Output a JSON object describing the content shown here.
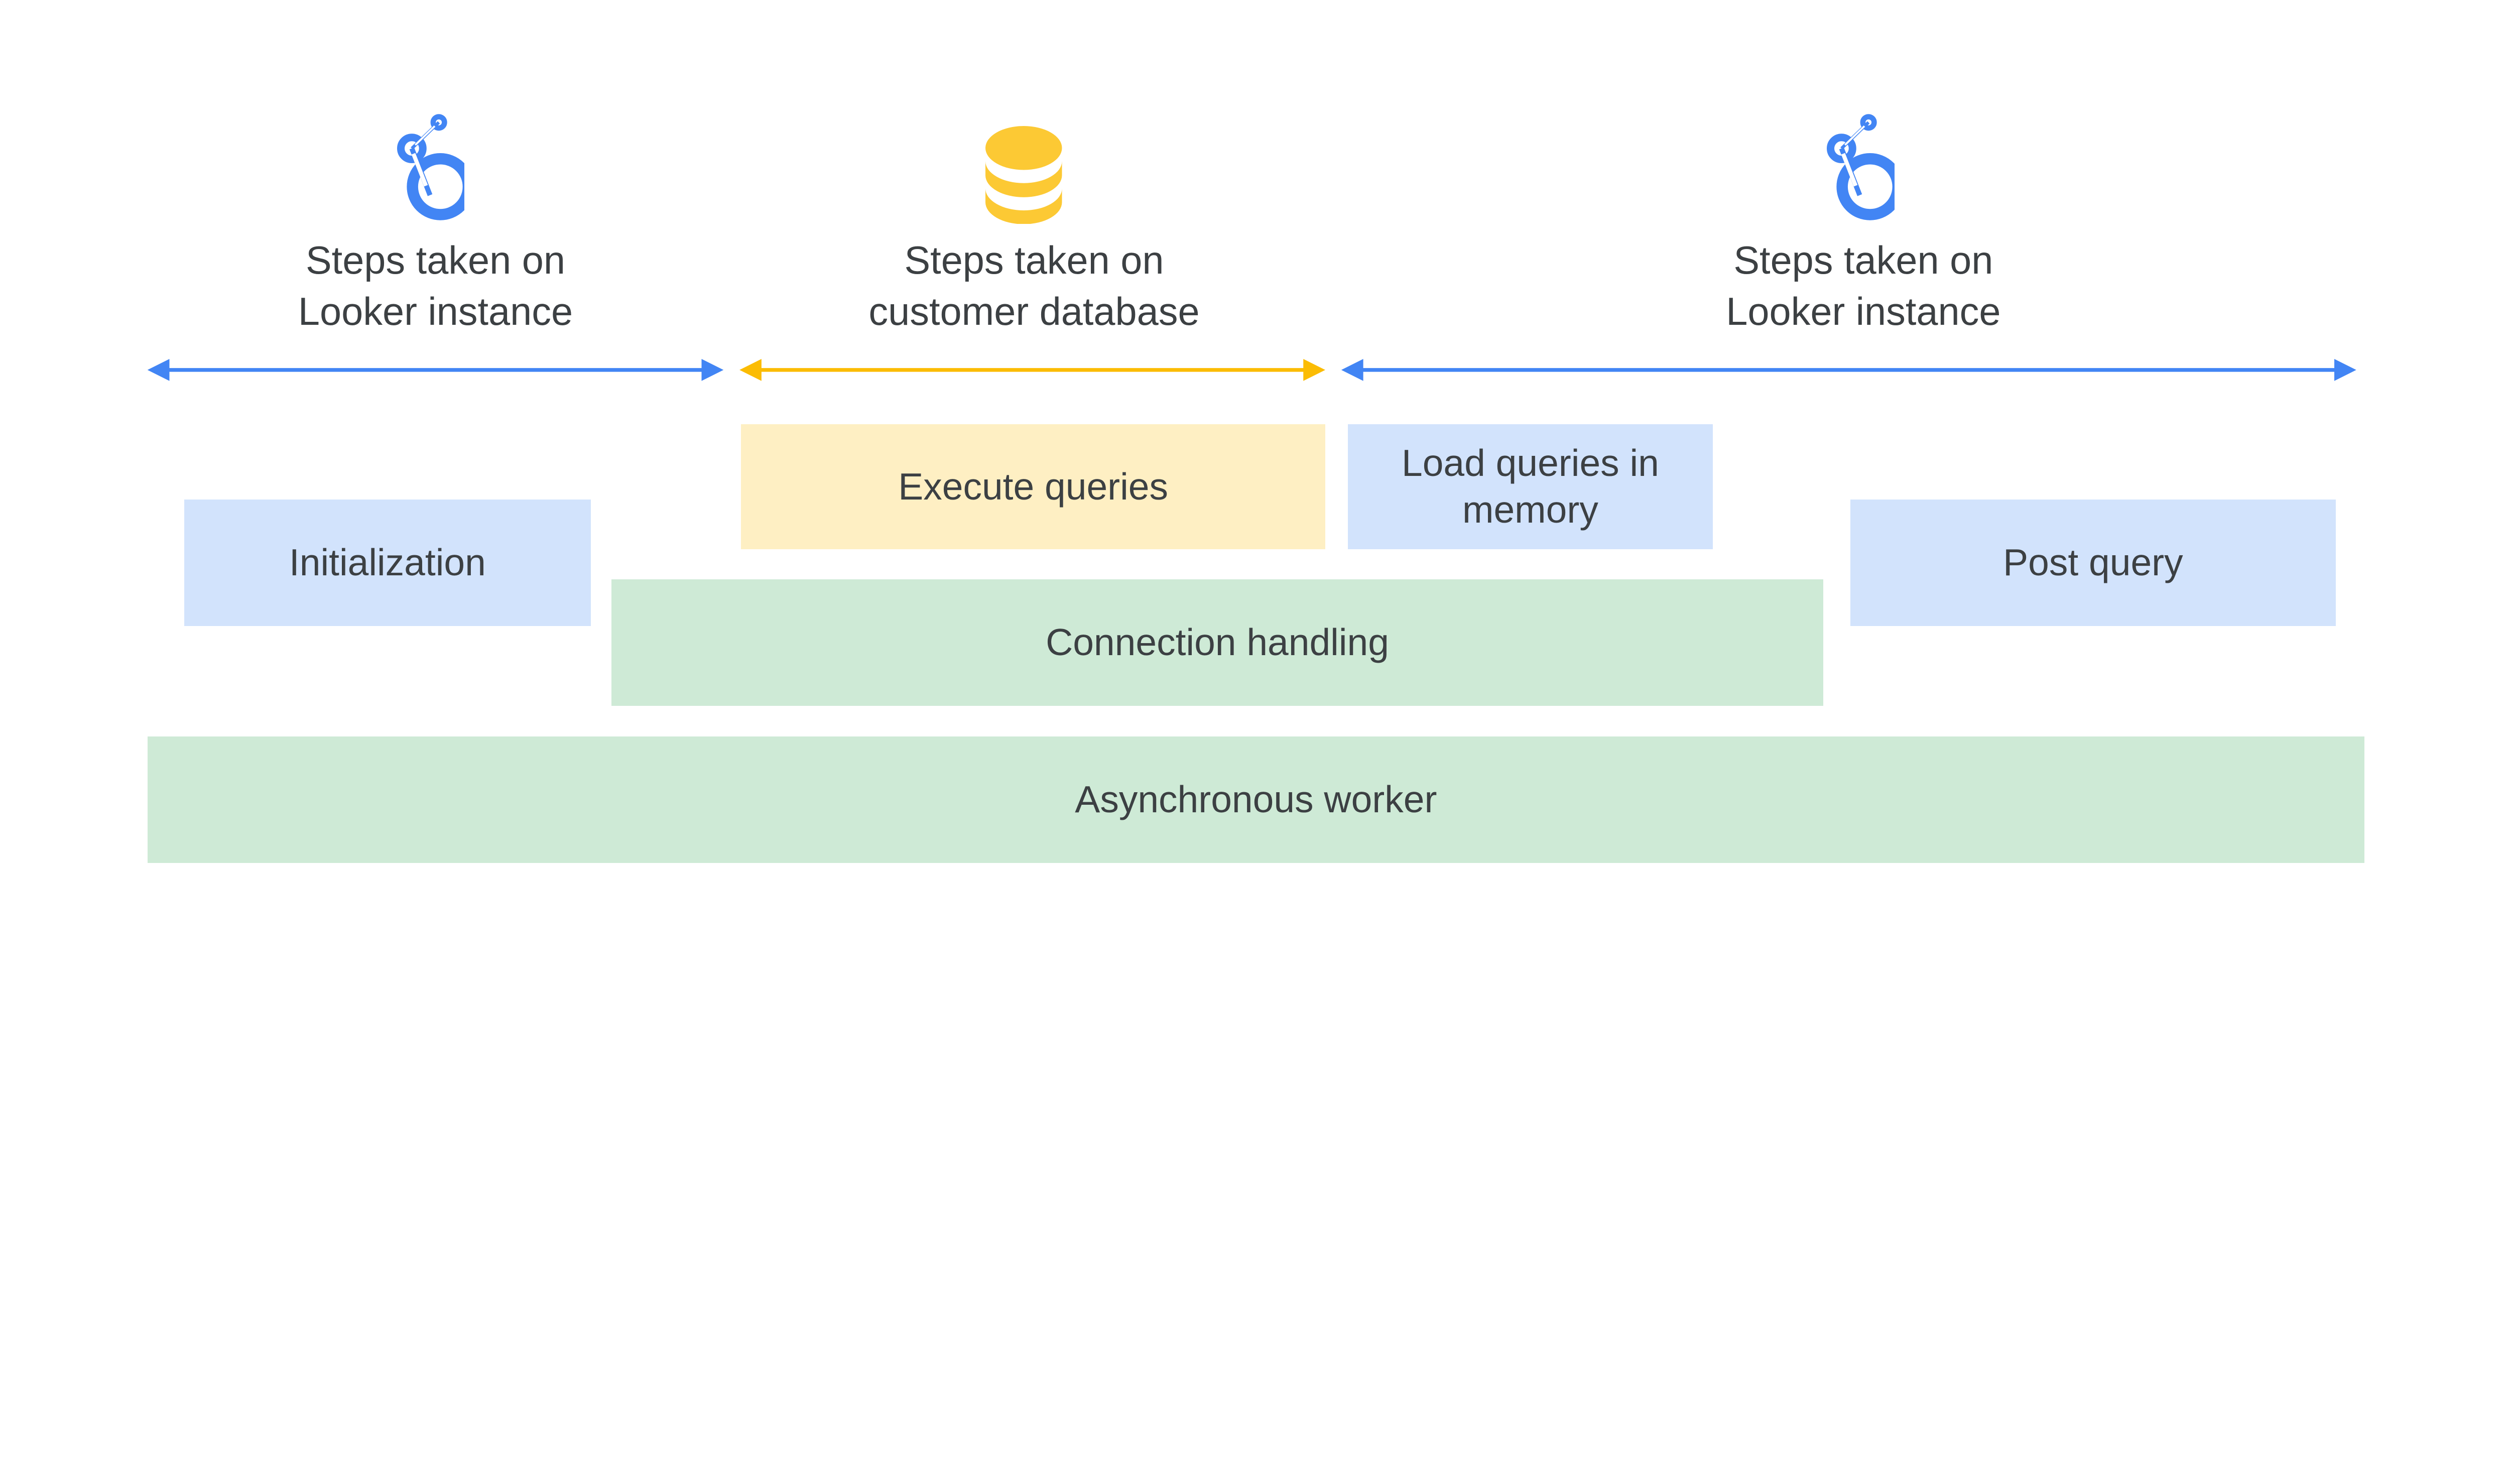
{
  "colors": {
    "looker_blue": "#4285f4",
    "database_yellow": "#fbbc04",
    "database_icon": "#fcc934",
    "blue_box": "#d2e3fc",
    "yellow_box": "#feefc3",
    "green_box": "#ceead6",
    "text": "#3c4043"
  },
  "sections": [
    {
      "icon": "looker-icon",
      "line1": "Steps taken on",
      "line2": "Looker instance"
    },
    {
      "icon": "database-icon",
      "line1": "Steps taken on",
      "line2": "customer database"
    },
    {
      "icon": "looker-icon",
      "line1": "Steps taken on",
      "line2": "Looker instance"
    }
  ],
  "boxes": {
    "initialization": "Initialization",
    "execute_queries": "Execute queries",
    "load_queries_line1": "Load queries in",
    "load_queries_line2": "memory",
    "post_query": "Post query",
    "connection_handling": "Connection handling",
    "asynchronous_worker": "Asynchronous worker"
  }
}
